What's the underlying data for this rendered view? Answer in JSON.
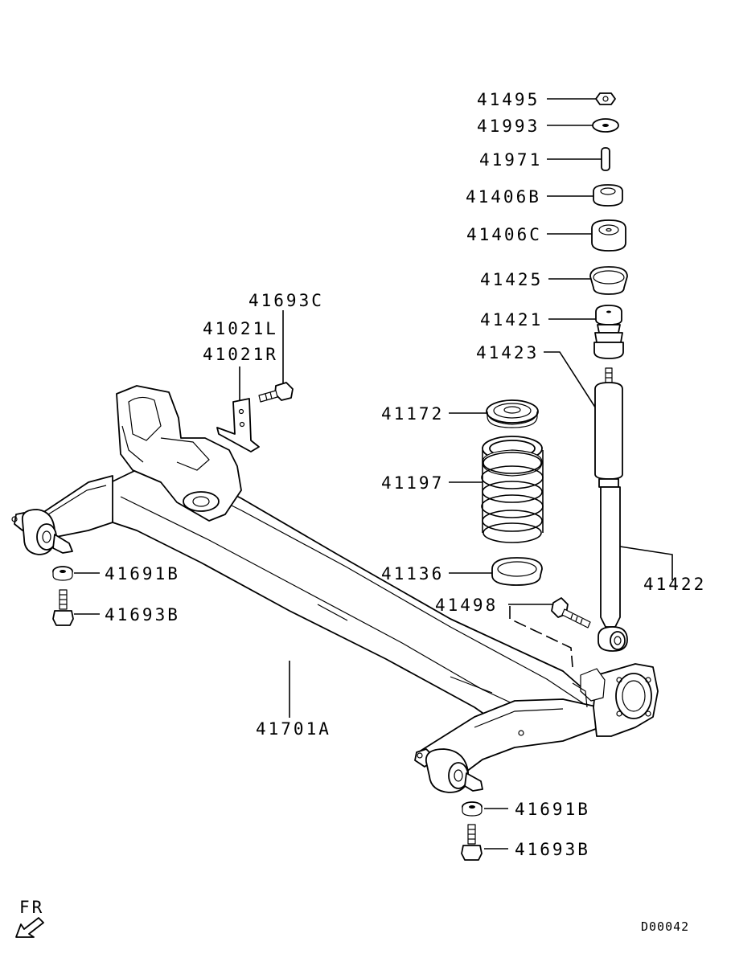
{
  "parts": {
    "nut_41495": "41495",
    "washer_41993": "41993",
    "collar_41971": "41971",
    "bushing_41406b": "41406B",
    "bushing_41406c": "41406C",
    "cup_41425": "41425",
    "bumper_41421": "41421",
    "dust_cover_41423": "41423",
    "spring_seat_41172": "41172",
    "coil_spring_41197": "41197",
    "lower_seat_41136": "41136",
    "bolt_41498": "41498",
    "shock_absorber_41422": "41422",
    "bolt_41693c": "41693C",
    "bracket_41021l": "41021L",
    "bracket_41021r": "41021R",
    "washer_41691b_left": "41691B",
    "bolt_41693b_left": "41693B",
    "axle_beam_41701a": "41701A",
    "washer_41691b_right": "41691B",
    "bolt_41693b_right": "41693B"
  },
  "direction_label": "FR",
  "diagram_code": "D00042"
}
